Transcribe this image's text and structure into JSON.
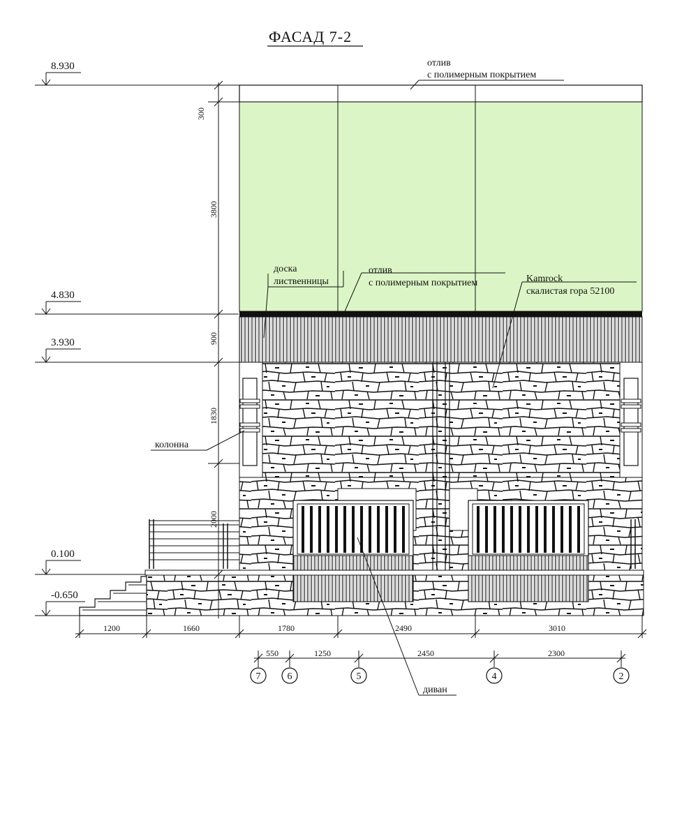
{
  "title": "ФАСАД  7-2",
  "levels": [
    {
      "label": "8.930"
    },
    {
      "label": "4.830"
    },
    {
      "label": "3.930"
    },
    {
      "label": "0.100"
    },
    {
      "label": "-0.650"
    }
  ],
  "vertical_dims": [
    "300",
    "3800",
    "900",
    "1830",
    "2000"
  ],
  "bottom_dims": [
    "1200",
    "1660",
    "1780",
    "2490",
    "3010"
  ],
  "axis_dims": [
    "550",
    "1250",
    "2450",
    "2300"
  ],
  "axes": [
    "7",
    "6",
    "5",
    "4",
    "2"
  ],
  "notes": {
    "top_flashing_1": "отлив",
    "top_flashing_2": "с полимерным покрытием",
    "larch_1": "доска",
    "larch_2": "лиственницы",
    "mid_flashing_1": "отлив",
    "mid_flashing_2": "с полимерным покрытием",
    "stone_1": "Kamrock",
    "stone_2": "скалистая гора 52100",
    "column": "колонна",
    "sofa": "диван"
  },
  "colors": {
    "panel_green": "#dcf5c6",
    "line": "#111111",
    "cornice": "#111111"
  }
}
